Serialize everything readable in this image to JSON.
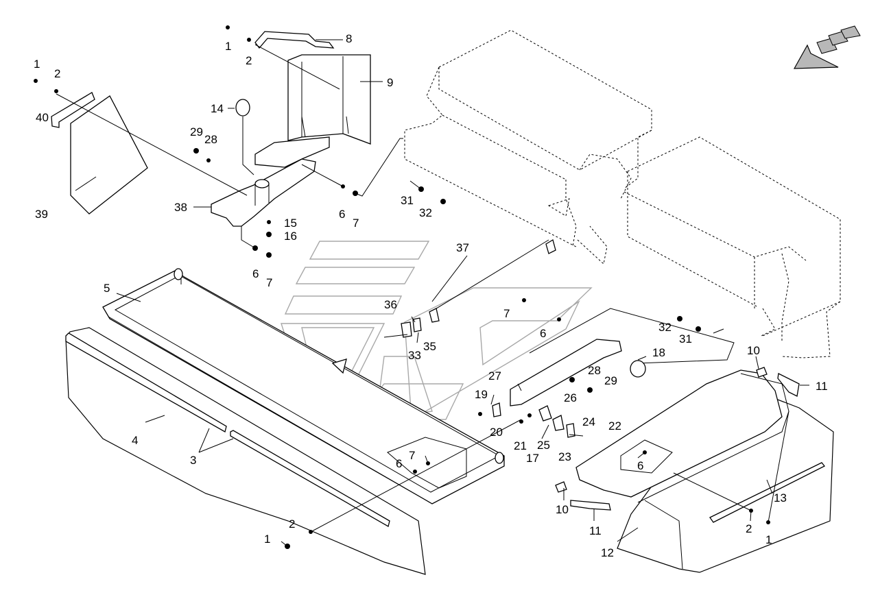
{
  "diagram": {
    "callouts": [
      {
        "id": "c1a",
        "text": "1"
      },
      {
        "id": "c2a",
        "text": "2"
      },
      {
        "id": "c8",
        "text": "8"
      },
      {
        "id": "c9",
        "text": "9"
      },
      {
        "id": "c1b",
        "text": "1"
      },
      {
        "id": "c2b",
        "text": "2"
      },
      {
        "id": "c40",
        "text": "40"
      },
      {
        "id": "c14",
        "text": "14"
      },
      {
        "id": "c29a",
        "text": "29"
      },
      {
        "id": "c28a",
        "text": "28"
      },
      {
        "id": "c39",
        "text": "39"
      },
      {
        "id": "c38",
        "text": "38"
      },
      {
        "id": "c6a",
        "text": "6"
      },
      {
        "id": "c7a",
        "text": "7"
      },
      {
        "id": "c15",
        "text": "15"
      },
      {
        "id": "c16",
        "text": "16"
      },
      {
        "id": "c6b",
        "text": "6"
      },
      {
        "id": "c7b",
        "text": "7"
      },
      {
        "id": "c31a",
        "text": "31"
      },
      {
        "id": "c32a",
        "text": "32"
      },
      {
        "id": "c37",
        "text": "37"
      },
      {
        "id": "c5",
        "text": "5"
      },
      {
        "id": "c36",
        "text": "36"
      },
      {
        "id": "c35",
        "text": "35"
      },
      {
        "id": "c33",
        "text": "33"
      },
      {
        "id": "c7c",
        "text": "7"
      },
      {
        "id": "c6c",
        "text": "6"
      },
      {
        "id": "c32b",
        "text": "32"
      },
      {
        "id": "c31b",
        "text": "31"
      },
      {
        "id": "c10a",
        "text": "10"
      },
      {
        "id": "c11a",
        "text": "11"
      },
      {
        "id": "c18",
        "text": "18"
      },
      {
        "id": "c27",
        "text": "27"
      },
      {
        "id": "c28b",
        "text": "28"
      },
      {
        "id": "c29b",
        "text": "29"
      },
      {
        "id": "c19",
        "text": "19"
      },
      {
        "id": "c26",
        "text": "26"
      },
      {
        "id": "c24",
        "text": "24"
      },
      {
        "id": "c20",
        "text": "20"
      },
      {
        "id": "c21",
        "text": "21"
      },
      {
        "id": "c17",
        "text": "17"
      },
      {
        "id": "c25",
        "text": "25"
      },
      {
        "id": "c23",
        "text": "23"
      },
      {
        "id": "c22",
        "text": "22"
      },
      {
        "id": "c4",
        "text": "4"
      },
      {
        "id": "c3",
        "text": "3"
      },
      {
        "id": "c7d",
        "text": "7"
      },
      {
        "id": "c6d",
        "text": "6"
      },
      {
        "id": "c6e",
        "text": "6"
      },
      {
        "id": "c10b",
        "text": "10"
      },
      {
        "id": "c11b",
        "text": "11"
      },
      {
        "id": "c13",
        "text": "13"
      },
      {
        "id": "c2c",
        "text": "2"
      },
      {
        "id": "c1c",
        "text": "1"
      },
      {
        "id": "c12",
        "text": "12"
      },
      {
        "id": "c2d",
        "text": "2"
      },
      {
        "id": "c1d",
        "text": "1"
      }
    ]
  }
}
